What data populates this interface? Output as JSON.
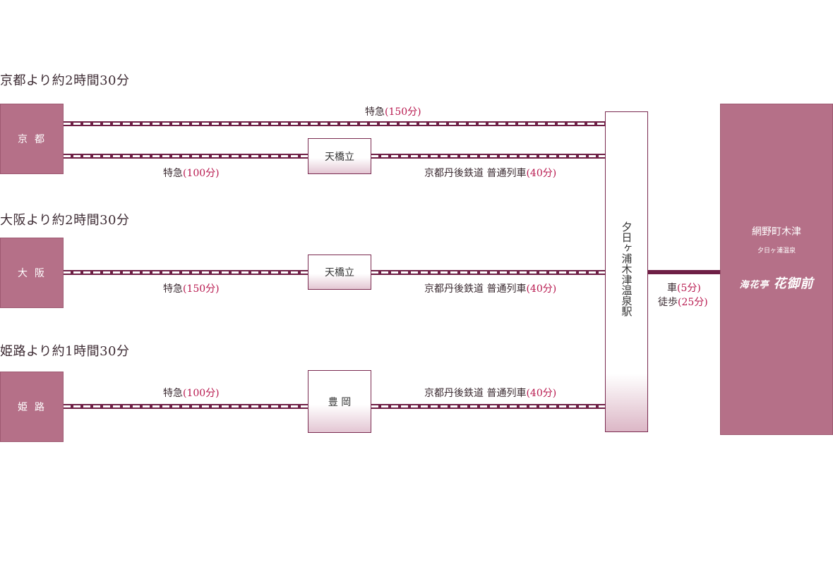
{
  "routes": {
    "kyoto": {
      "heading": "京都より約2時間30分",
      "origin": "京都",
      "line1": {
        "name": "特急",
        "time": "(150分)"
      },
      "line2": {
        "name": "特急",
        "time": "(100分)"
      },
      "transfer": "天橋立",
      "local": {
        "name": "京都丹後鉄道 普通列車",
        "time": "(40分)"
      }
    },
    "osaka": {
      "heading": "大阪より約2時間30分",
      "origin": "大阪",
      "line1": {
        "name": "特急",
        "time": "(150分)"
      },
      "transfer": "天橋立",
      "local": {
        "name": "京都丹後鉄道 普通列車",
        "time": "(40分)"
      }
    },
    "himeji": {
      "heading": "姫路より約1時間30分",
      "origin": "姫路",
      "line1": {
        "name": "特急",
        "time": "(100分)"
      },
      "transfer": "豊 岡",
      "local": {
        "name": "京都丹後鉄道 普通列車",
        "time": "(40分)"
      }
    }
  },
  "terminal_station": "夕日ヶ浦木津温泉駅",
  "access": {
    "car": {
      "name": "車",
      "time": "(5分)"
    },
    "walk": {
      "name": "徒歩",
      "time": "(25分)"
    }
  },
  "hotel": {
    "area": "網野町木津",
    "onsen": "夕日ヶ浦温泉",
    "logo_prefix": "海花亭",
    "logo_name": "花御前"
  },
  "colors": {
    "accent": "#b57088",
    "rail": "#6e1f45",
    "time_text": "#b8194f"
  }
}
